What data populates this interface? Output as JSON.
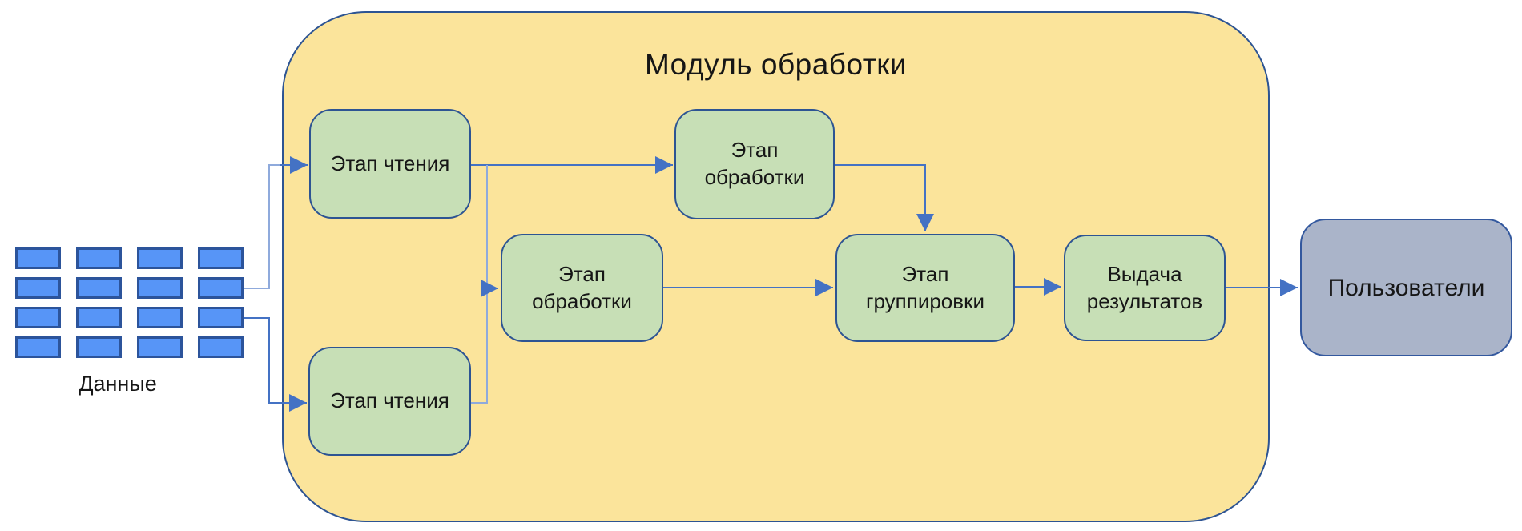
{
  "diagram": {
    "title": "Модуль обработки",
    "data_source": {
      "label": "Данные",
      "grid_rows": 4,
      "grid_cols": 4
    },
    "nodes": [
      {
        "id": "read-stage-top",
        "label": "Этап чтения"
      },
      {
        "id": "process-stage-top",
        "label": "Этап обработки"
      },
      {
        "id": "process-stage-mid",
        "label": "Этап обработки"
      },
      {
        "id": "grouping-stage",
        "label": "Этап группировки"
      },
      {
        "id": "output-stage",
        "label": "Выдача результатов"
      },
      {
        "id": "read-stage-bottom",
        "label": "Этап чтения"
      },
      {
        "id": "users",
        "label": "Пользователи"
      }
    ],
    "edges": [
      "data -> read-stage-top",
      "data -> read-stage-bottom",
      "read-stage-top -> process-stage-top",
      "read-stage-top -> process-stage-mid",
      "read-stage-bottom -> process-stage-mid",
      "process-stage-top -> grouping-stage",
      "process-stage-mid -> grouping-stage",
      "grouping-stage -> output-stage",
      "output-stage -> users"
    ],
    "colors": {
      "container_fill": "#FBE49B",
      "container_border": "#2D5493",
      "stage_fill": "#C7DFB6",
      "stage_border": "#2D5493",
      "data_fill": "#5795F7",
      "data_border": "#2C549B",
      "users_fill": "#AAB4C9",
      "users_border": "#33589E",
      "connector": "#4472C4",
      "connector_light": "#8FAADC",
      "text": "#161616"
    }
  }
}
